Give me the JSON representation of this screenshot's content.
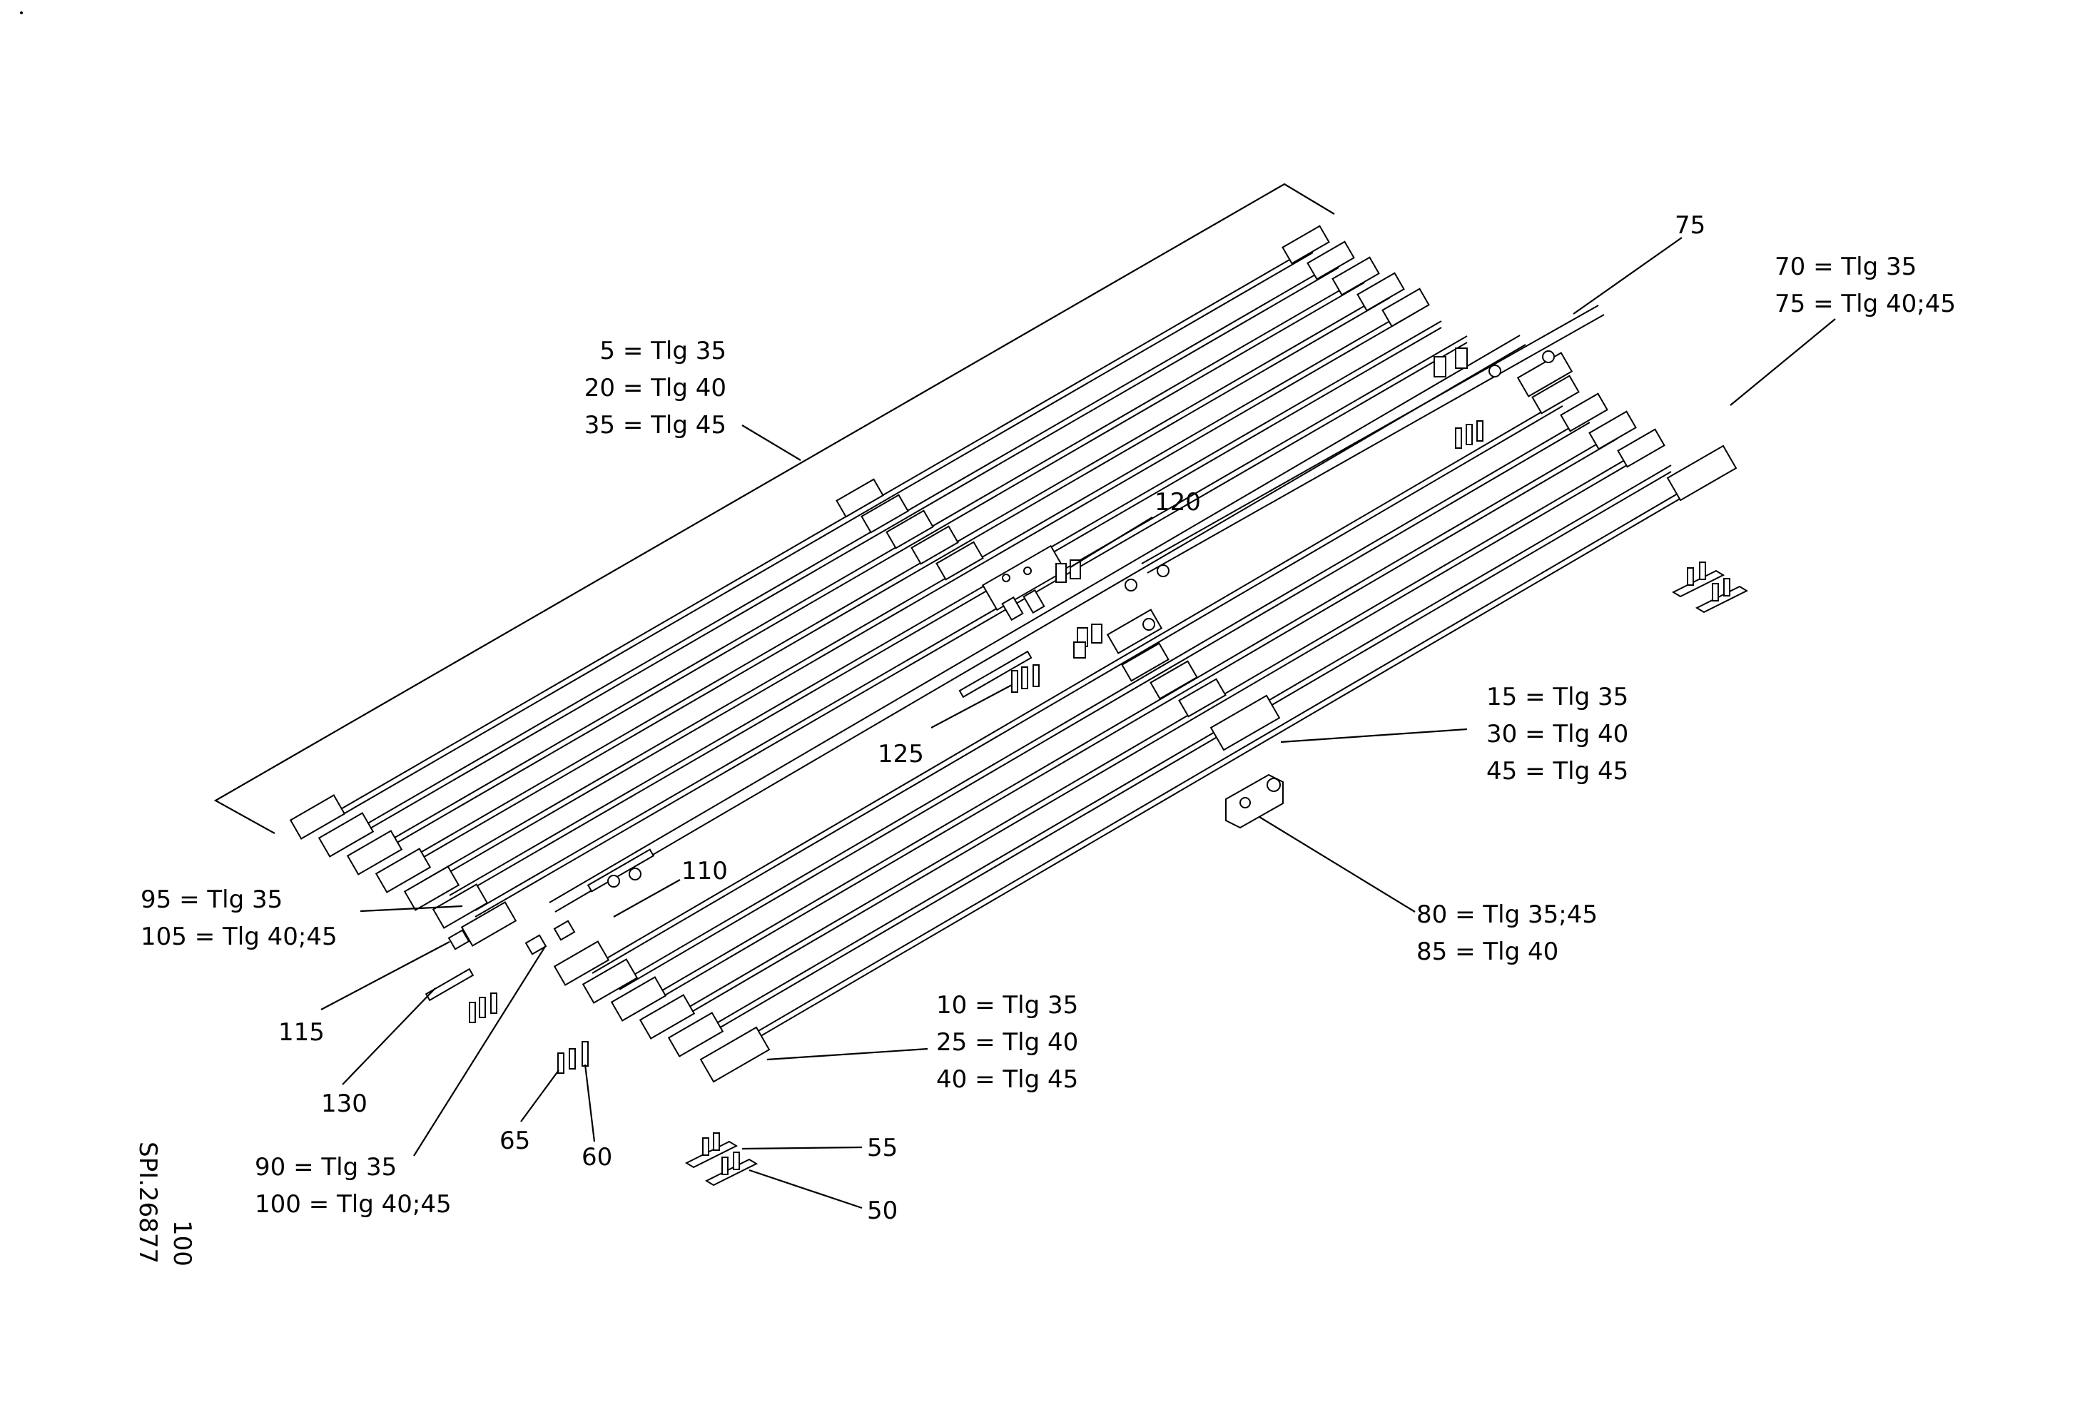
{
  "callouts": {
    "group_5_20_35": [
      "5 = Tlg 35",
      "20 = Tlg 40",
      "35 = Tlg 45"
    ],
    "label_75": "75",
    "group_70_75": [
      "70 = Tlg 35",
      "75 = Tlg 40;45"
    ],
    "label_120": "120",
    "label_125": "125",
    "group_15_30_45": [
      "15 = Tlg 35",
      "30 = Tlg 40",
      "45 = Tlg 45"
    ],
    "label_110": "110",
    "group_95_105": [
      "95 = Tlg 35",
      "105 = Tlg 40;45"
    ],
    "label_115": "115",
    "label_130": "130",
    "group_80_85": [
      "80 = Tlg 35;45",
      "85 = Tlg 40"
    ],
    "group_10_25_40": [
      "10 = Tlg 35",
      "25 = Tlg 40",
      "40 = Tlg 45"
    ],
    "label_65": "65",
    "label_60": "60",
    "label_55": "55",
    "label_50": "50",
    "group_90_100": [
      "90 = Tlg 35",
      "100 = Tlg 40;45"
    ]
  },
  "drawing_id": {
    "code": "SPI.26877",
    "page": "100"
  }
}
